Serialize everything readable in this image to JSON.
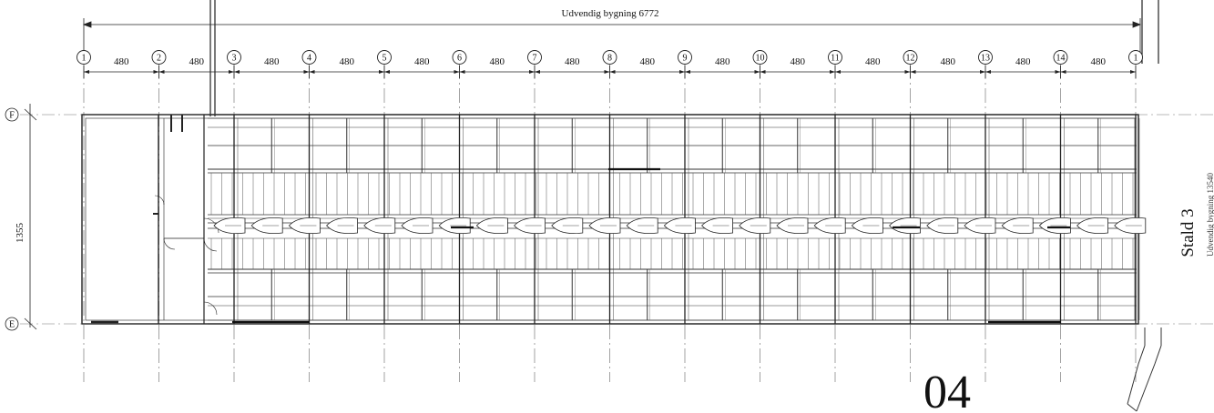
{
  "overall_dimension_label": "Udvendig bygning 6772",
  "grid_columns": [
    "1",
    "2",
    "3",
    "4",
    "5",
    "6",
    "7",
    "8",
    "9",
    "10",
    "11",
    "12",
    "13",
    "14",
    "1"
  ],
  "bay_spacing_labels": [
    "480",
    "480",
    "480",
    "480",
    "480",
    "480",
    "480",
    "480",
    "480",
    "480",
    "480",
    "480",
    "480",
    "480"
  ],
  "grid_rows": [
    "F",
    "E"
  ],
  "width_dimension_label": "1355",
  "sheet_number": "04",
  "neighbor_building_label": "Stald 3",
  "neighbor_building_dimension": "Udvendig bygning 13540",
  "colors": {
    "line": "#222222",
    "faint": "#9a9a9a",
    "paper": "#ffffff"
  }
}
